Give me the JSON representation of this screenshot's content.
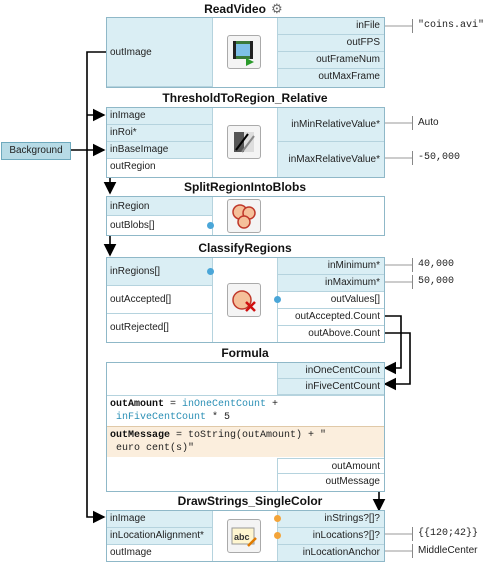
{
  "blocks": {
    "read_video": {
      "title": "ReadVideo",
      "inputs": [
        "inFile",
        "outFPS",
        "outFrameNum",
        "outMaxFrame"
      ],
      "output": "outImage",
      "file_value": "\"coins.avi\""
    },
    "threshold": {
      "title": "ThresholdToRegion_Relative",
      "inputs": [
        "inImage",
        "inRoi*",
        "inBaseImage",
        "outRegion"
      ],
      "params": [
        "inMinRelativeValue*",
        "inMaxRelativeValue*"
      ],
      "values": [
        "Auto",
        "-50,000"
      ]
    },
    "split": {
      "title": "SplitRegionIntoBlobs",
      "ports": [
        "inRegion",
        "outBlobs[]"
      ]
    },
    "classify": {
      "title": "ClassifyRegions",
      "inputs": [
        "inRegions[]",
        "outAccepted[]",
        "outRejected[]"
      ],
      "params": [
        "inMinimum*",
        "inMaximum*",
        "outValues[]",
        "outAccepted.Count",
        "outAbove.Count"
      ],
      "values": [
        "40,000",
        "50,000"
      ]
    },
    "formula": {
      "title": "Formula",
      "inputs": [
        "inOneCentCount",
        "inFiveCentCount"
      ],
      "code1": {
        "var": "outAmount",
        "op": " = ",
        "a": "inOneCentCount",
        "plus": " +",
        "b": "inFiveCentCount",
        "rest": " * 5"
      },
      "code2": {
        "var": "outMessage",
        "op": " = ",
        "fn": "toString(outAmount) + \"",
        "rest": " euro cent(s)\""
      },
      "outputs": [
        "outAmount",
        "outMessage"
      ]
    },
    "draw": {
      "title": "DrawStrings_SingleColor",
      "inputs": [
        "inImage",
        "inLocationAlignment*",
        "outImage"
      ],
      "params": [
        "inStrings?[]?",
        "inLocations?[]?",
        "inLocationAnchor"
      ],
      "values": [
        "{{120;42}}",
        "MiddleCenter"
      ]
    }
  },
  "background_button": "Background",
  "icons": {
    "gear": "gear-icon",
    "read_video": "film-icon",
    "threshold": "threshold-icon",
    "split": "blobs-icon",
    "classify": "classify-icon",
    "draw": "draw-text-icon"
  },
  "colors": {
    "port_bg": "#daeef4",
    "border": "#8fb8c8",
    "connector": "#000000",
    "dot_blue": "#4aa6d8",
    "dot_orange": "#f3a43a"
  }
}
